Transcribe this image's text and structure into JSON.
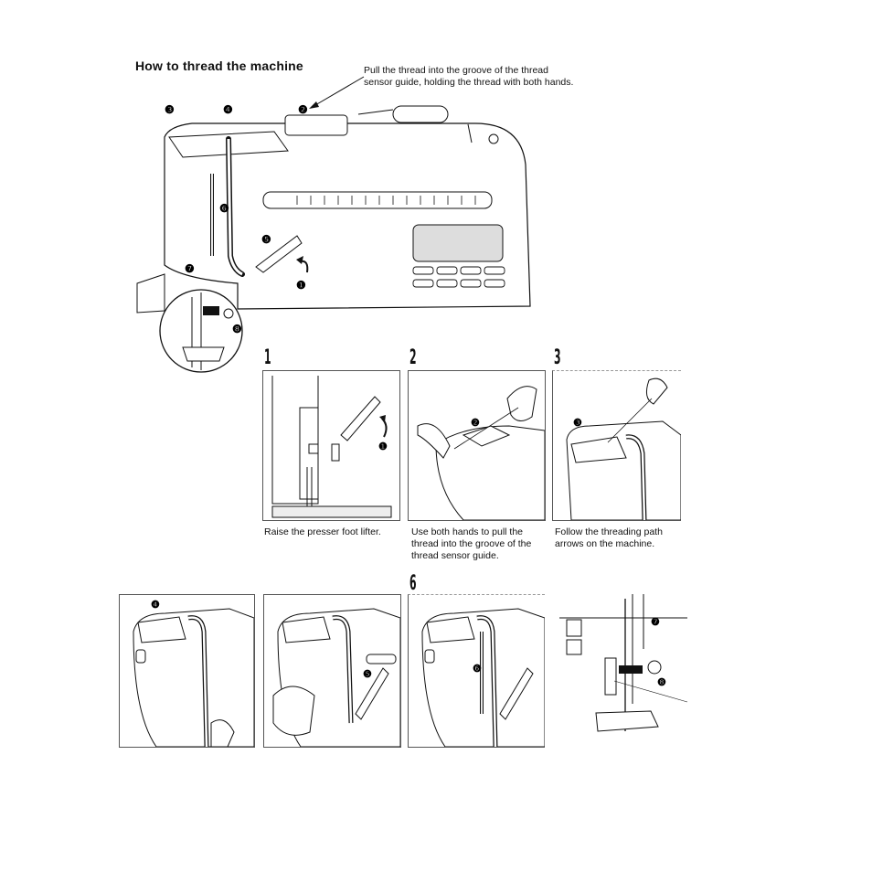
{
  "header": {
    "title": "How to thread the machine",
    "callout": "Pull the thread into the groove of the thread sensor guide, holding the thread with both hands."
  },
  "markers": {
    "m1": "❶",
    "m2": "❷",
    "m3": "❸",
    "m4": "❹",
    "m5": "❺",
    "m6": "❻",
    "m7": "❼",
    "m8": "❽"
  },
  "steps": [
    {
      "number": "1",
      "caption": "Raise the presser foot lifter."
    },
    {
      "number": "2",
      "caption": "Use both hands to pull the thread into the groove of the thread sensor guide."
    },
    {
      "number": "3",
      "caption": "Follow the threading path arrows on the machine."
    },
    {
      "number": "6"
    }
  ]
}
